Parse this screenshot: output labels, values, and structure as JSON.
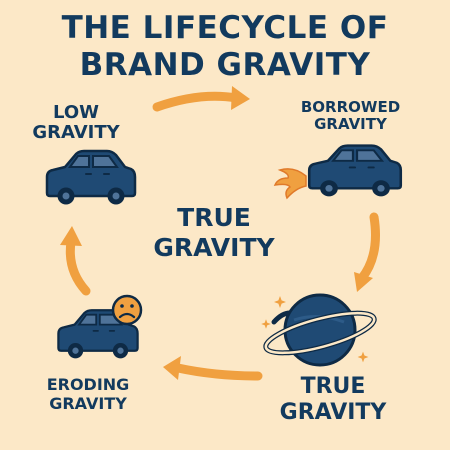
{
  "title": {
    "line1": "THE LIFECYCLE OF",
    "line2": "BRAND GRAVITY"
  },
  "stages": {
    "low": {
      "line1": "LOW",
      "line2": "GRAVITY"
    },
    "borrowed": {
      "line1": "BORROWED",
      "line2": "GRAVITY"
    },
    "true": {
      "line1": "TRUE",
      "line2": "GRAVITY"
    },
    "eroding": {
      "line1": "ERODING",
      "line2": "GRAVITY"
    }
  },
  "center": {
    "line1": "TRUE",
    "line2": "GRAVITY"
  },
  "colors": {
    "background": "#fce8c7",
    "navy": "#123a5e",
    "arrow": "#f0a040"
  },
  "icons": [
    "car-icon",
    "flame-icon",
    "planet-icon",
    "sparkle-icon",
    "sad-face-icon",
    "arrow-icon"
  ]
}
